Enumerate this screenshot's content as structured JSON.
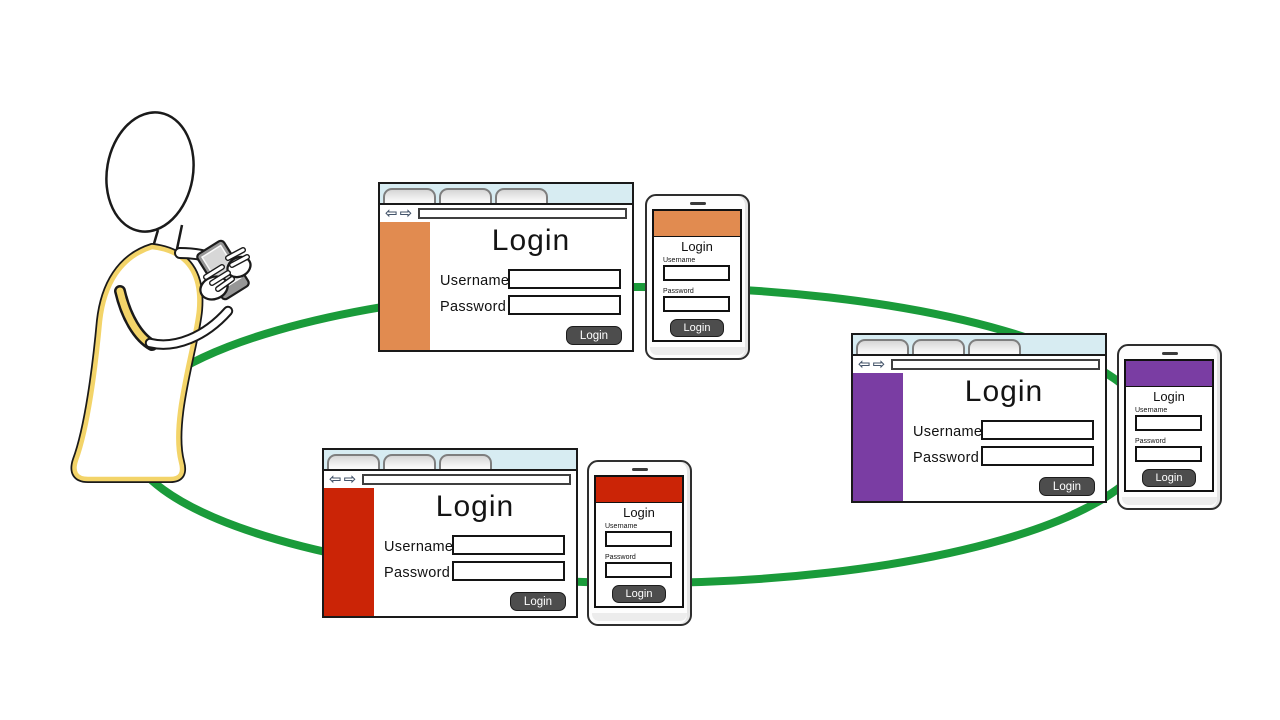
{
  "canvas": {
    "background": "#ffffff"
  },
  "colors": {
    "connector_green": "#1a9b3a",
    "tab_strip": "#d7ecf2",
    "button_dark": "#4d4d4d"
  },
  "icons": {
    "back_arrow": "⇦",
    "forward_arrow": "⇨"
  },
  "person": {
    "dress_color": "#f3d469",
    "handheld_phone_color": "#969696"
  },
  "browsers": [
    {
      "accent": "#e18b50",
      "title": "Login",
      "username_label": "Username",
      "password_label": "Password",
      "username_value": "",
      "password_value": "",
      "button_label": "Login"
    },
    {
      "accent": "#7a3da3",
      "title": "Login",
      "username_label": "Username",
      "password_label": "Password",
      "username_value": "",
      "password_value": "",
      "button_label": "Login"
    },
    {
      "accent": "#cb2406",
      "title": "Login",
      "username_label": "Username",
      "password_label": "Password",
      "username_value": "",
      "password_value": "",
      "button_label": "Login"
    }
  ],
  "phones": [
    {
      "accent": "#e18b50",
      "title": "Login",
      "username_label": "Username",
      "password_label": "Password",
      "username_value": "",
      "password_value": "",
      "button_label": "Login"
    },
    {
      "accent": "#7a3da3",
      "title": "Login",
      "username_label": "Username",
      "password_label": "Password",
      "username_value": "",
      "password_value": "",
      "button_label": "Login"
    },
    {
      "accent": "#cb2406",
      "title": "Login",
      "username_label": "Username",
      "password_label": "Password",
      "username_value": "",
      "password_value": "",
      "button_label": "Login"
    }
  ]
}
